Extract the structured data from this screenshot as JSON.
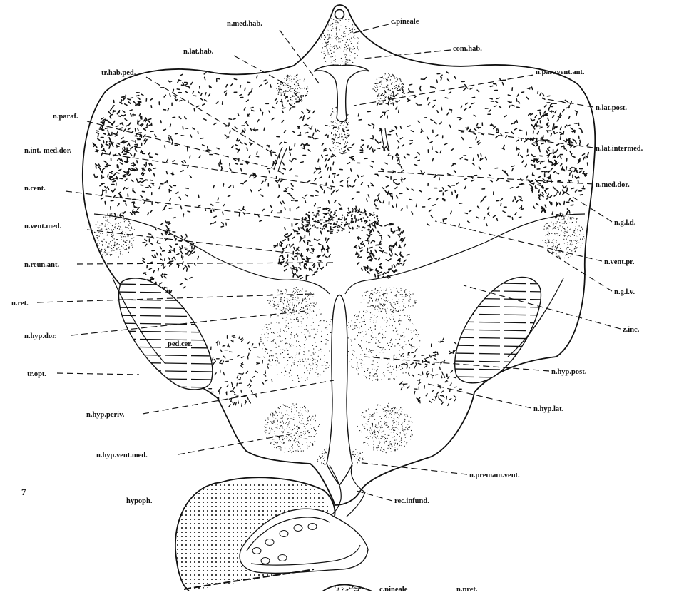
{
  "figure": {
    "plate_number": "7",
    "labels": {
      "c_pineale": "c.pineale",
      "n_med_hab": "n.med.hab.",
      "n_lat_hab": "n.lat.hab.",
      "com_hab": "com.hab.",
      "tr_hab_ped": "tr.hab.ped.",
      "n_paravent_ant": "n.paravent.ant.",
      "n_lat_post": "n.lat.post.",
      "n_paraf": "n.paraf.",
      "n_lat_intermed": "n.lat.intermed.",
      "n_int_med_dor": "n.int.-med.dor.",
      "n_cent": "n.cent.",
      "n_med_dor": "n.med.dor.",
      "n_g_l_d": "n.g.l.d.",
      "n_vent_med": "n.vent.med.",
      "n_vent_pr": "n.vent.pr.",
      "n_reun_ant": "n.reun.ant.",
      "n_g_l_v": "n.g.l.v.",
      "n_ret": "n.ret.",
      "z_inc": "z.inc.",
      "n_hyp_dor": "n.hyp.dor.",
      "ped_cer": "ped.cer.",
      "tr_opt": "tr.opt.",
      "n_hyp_post": "n.hyp.post.",
      "n_hyp_periv": "n.hyp.periv.",
      "n_hyp_lat": "n.hyp.lat.",
      "n_hyp_vent_med": "n.hyp.vent.med.",
      "n_premam_vent": "n.premam.vent.",
      "hypoph": "hypoph.",
      "rec_infund": "rec.infund.",
      "c_pineale_next": "c.pineale",
      "n_pret_next": "n.pret."
    }
  }
}
